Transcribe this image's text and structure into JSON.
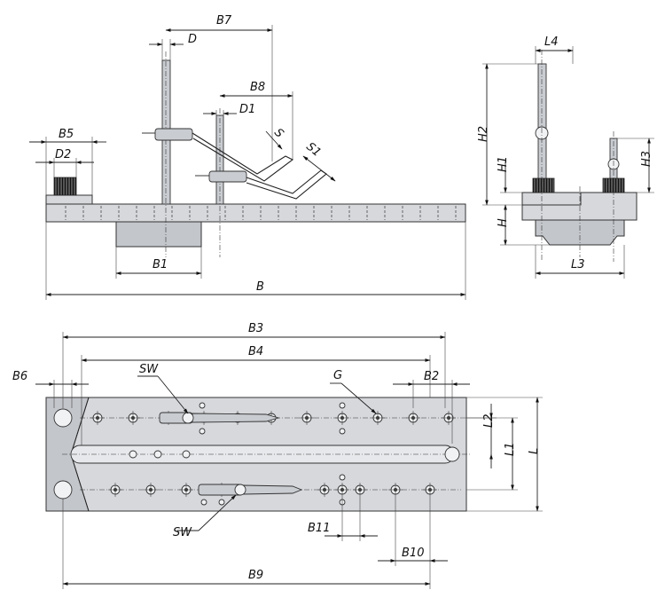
{
  "labels": {
    "B7": "B7",
    "D": "D",
    "B8": "B8",
    "D1": "D1",
    "S": "S",
    "S1": "S1",
    "B5": "B5",
    "D2": "D2",
    "B1": "B1",
    "B": "B",
    "L4": "L4",
    "H2": "H2",
    "H1": "H1",
    "H3": "H3",
    "H": "H",
    "L3": "L3",
    "B3": "B3",
    "B4": "B4",
    "B6": "B6",
    "SW_top": "SW",
    "G": "G",
    "B2": "B2",
    "L2": "L2",
    "L1": "L1",
    "L": "L",
    "SW_bottom": "SW",
    "B11": "B11",
    "B10": "B10",
    "B9": "B9"
  },
  "colors": {
    "plate_fill": "#d6d8dc",
    "line": "#333333",
    "knurl": "#3a3a3a"
  }
}
